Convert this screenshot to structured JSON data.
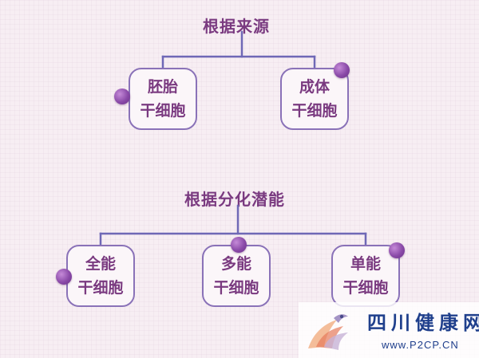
{
  "headings": {
    "source": "根据来源",
    "potency": "根据分化潜能"
  },
  "nodes": {
    "embryonic": {
      "line1": "胚胎",
      "line2": "干细胞"
    },
    "adult": {
      "line1": "成体",
      "line2": "干细胞"
    },
    "totipotent": {
      "line1": "全能",
      "line2": "干细胞"
    },
    "pluripotent": {
      "line1": "多能",
      "line2": "干细胞"
    },
    "unipotent": {
      "line1": "单能",
      "line2": "干细胞"
    }
  },
  "watermark": {
    "name": "四川健康网",
    "url": "www.P2CP.CN",
    "logo": "phoenix-logo"
  },
  "colors": {
    "text": "#7a3a80",
    "box_border": "#8a72b8",
    "connector": "#6f68b6",
    "dot": "#8a4aa8",
    "watermark": "#1f3f8c"
  }
}
